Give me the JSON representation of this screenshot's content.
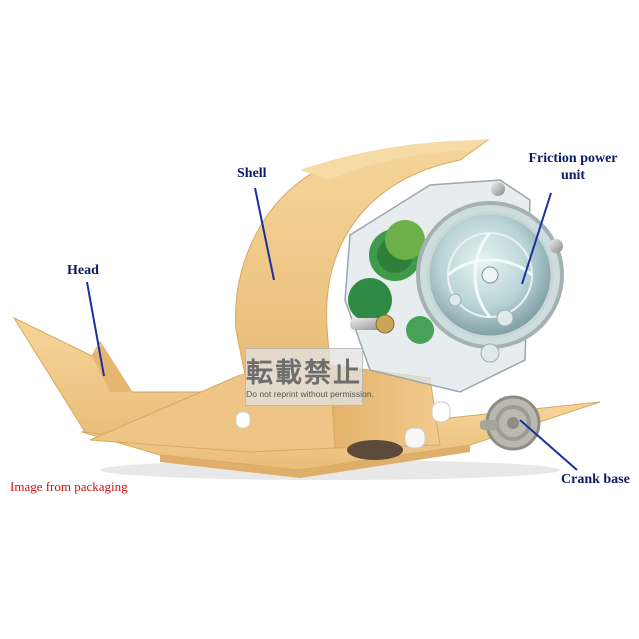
{
  "labels": {
    "head": "Head",
    "shell": "Shell",
    "friction_line1": "Friction power",
    "friction_line2": "unit",
    "crank": "Crank base"
  },
  "caption": "Image from packaging",
  "watermark": {
    "kanji": "転載禁止",
    "text": "Do not reprint without permission."
  },
  "colors": {
    "label_text": "#0a1a6a",
    "pointer_line": "#1a2ea0",
    "caption_text": "#d01010",
    "cardboard": "#f0c98a"
  }
}
